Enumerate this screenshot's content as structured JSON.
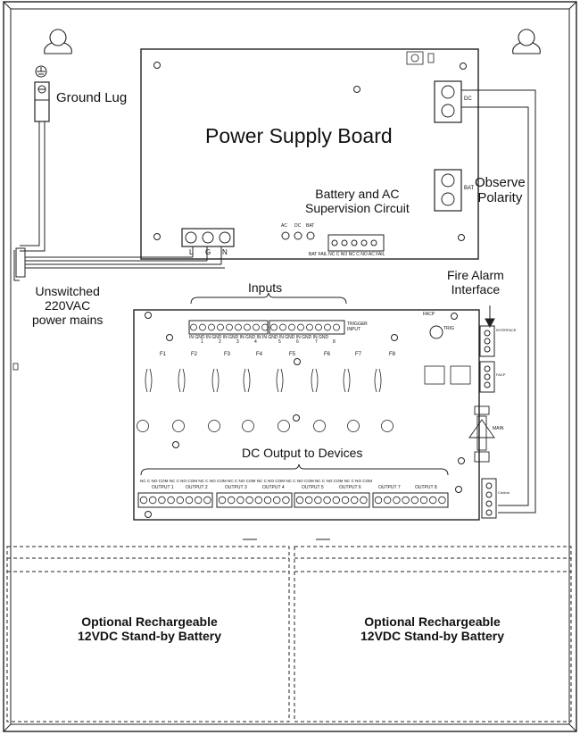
{
  "labels": {
    "ground_lug": "Ground Lug",
    "power_supply_board": "Power Supply Board",
    "battery_ac_supervision": [
      "Battery and AC",
      "Supervision Circuit"
    ],
    "observe_polarity": [
      "Observe",
      "Polarity"
    ],
    "mains": [
      "Unswitched",
      "220VAC",
      "power mains"
    ],
    "inputs": "Inputs",
    "fire_alarm_interface": [
      "Fire Alarm",
      "Interface"
    ],
    "dc_output": "DC Output to Devices",
    "battery_left": [
      "Optional Rechargeable",
      "12VDC Stand-by Battery"
    ],
    "battery_right": [
      "Optional Rechargeable",
      "12VDC Stand-by Battery"
    ]
  },
  "psb": {
    "terminal_lgn": [
      "L",
      "G",
      "N"
    ],
    "leds": [
      "AC",
      "DC",
      "BAT"
    ],
    "supervision_pins": "BAT FAIL NC  C  NO NC  C  NO  AC  FAIL",
    "dc_terminal": "DC",
    "bat_terminal": "BAT"
  },
  "board2": {
    "trigger_input": [
      "TRIGGER",
      "INPUT"
    ],
    "input_pins": "IN  GND IN GND IN  GND IN GND IN   IN  GND IN GND IN GND IN GND",
    "input_numbers": [
      "1",
      "2",
      "3",
      "4",
      "5",
      "6",
      "7",
      "8"
    ],
    "facp": "FACP",
    "trig": "TRIG",
    "fuses": [
      "F1",
      "F2",
      "F3",
      "F4",
      "F5",
      "F6",
      "F7",
      "F8"
    ],
    "output_pins": "NC  C  NO COM NC C  NO COM NC  C  NO COM NC C  NO COM NC  C  NO COM NC C  NO COM NC  C  NO COM NC C  NO COM",
    "outputs": [
      "OUTPUT 1",
      "OUTPUT 2",
      "OUTPUT 3",
      "OUTPUT 4",
      "OUTPUT 5",
      "OUTPUT 6",
      "OUTPUT 7",
      "OUTPUT 8"
    ],
    "main": "MAIN",
    "interface_label": "INTERFACE",
    "facp_label": "FACP",
    "control_label": "Control"
  }
}
